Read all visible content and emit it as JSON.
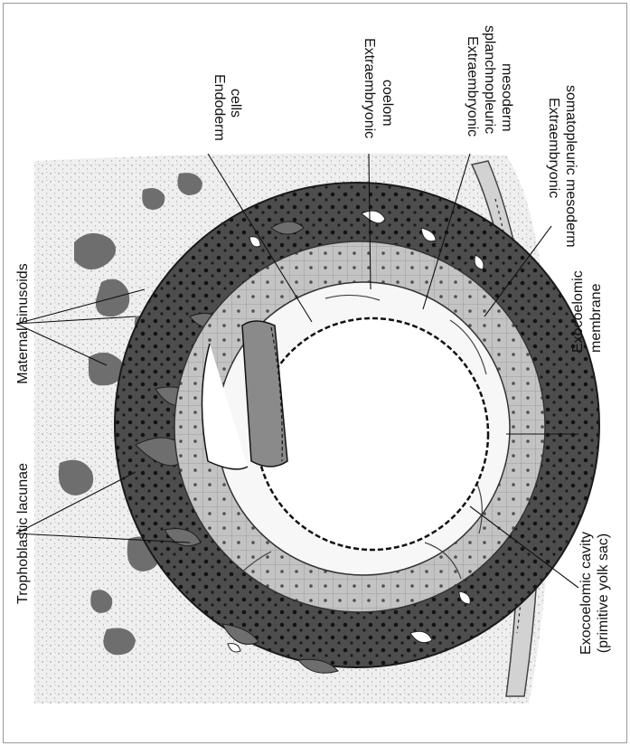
{
  "labels": {
    "maternal_sinusoids": "Maternal sinusoids",
    "trophoblastic_lacunae": "Trophoblastic lacunae",
    "endoderm_line1": "Endoderm",
    "endoderm_line2": "cells",
    "extraembryonic_coelom_line1": "Extraembryonic",
    "extraembryonic_coelom_line2": "coelom",
    "splanchnopleuric_line1": "Extraembryonic",
    "splanchnopleuric_line2": "splanchnopleuric",
    "splanchnopleuric_line3": "mesoderm",
    "somatopleuric_line1": "Extraembryonic",
    "somatopleuric_line2": "somatopleuric mesoderm",
    "exocoelomic_membrane_line1": "Exocoelomic",
    "exocoelomic_membrane_line2": "membrane",
    "exocoelomic_cavity_line1": "Exocoelomic cavity",
    "exocoelomic_cavity_line2": "(primitive yolk sac)"
  },
  "colors": {
    "stroma": "#eeeeee",
    "syncytiotrophoblast": "#4a4a4a",
    "cytotrophoblast": "#bdbdbd",
    "coelom": "#f7f7f7",
    "sinusoid": "#6e6e6e",
    "ink": "#111111"
  }
}
